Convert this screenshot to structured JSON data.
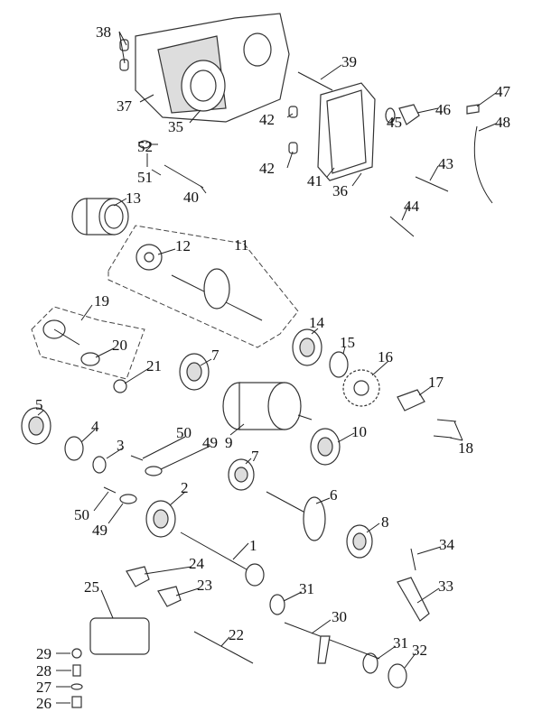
{
  "diagram": {
    "type": "exploded-parts-view",
    "labels": [
      "38",
      "37",
      "35",
      "39",
      "42",
      "42",
      "41",
      "36",
      "45",
      "46",
      "47",
      "48",
      "52",
      "51",
      "40",
      "43",
      "44",
      "13",
      "12",
      "11",
      "19",
      "20",
      "21",
      "14",
      "15",
      "16",
      "17",
      "18",
      "7",
      "9",
      "10",
      "50",
      "49",
      "5",
      "4",
      "3",
      "7",
      "2",
      "6",
      "8",
      "50",
      "49",
      "1",
      "34",
      "33",
      "24",
      "23",
      "25",
      "31",
      "30",
      "22",
      "31",
      "32",
      "29",
      "28",
      "27",
      "26"
    ]
  }
}
